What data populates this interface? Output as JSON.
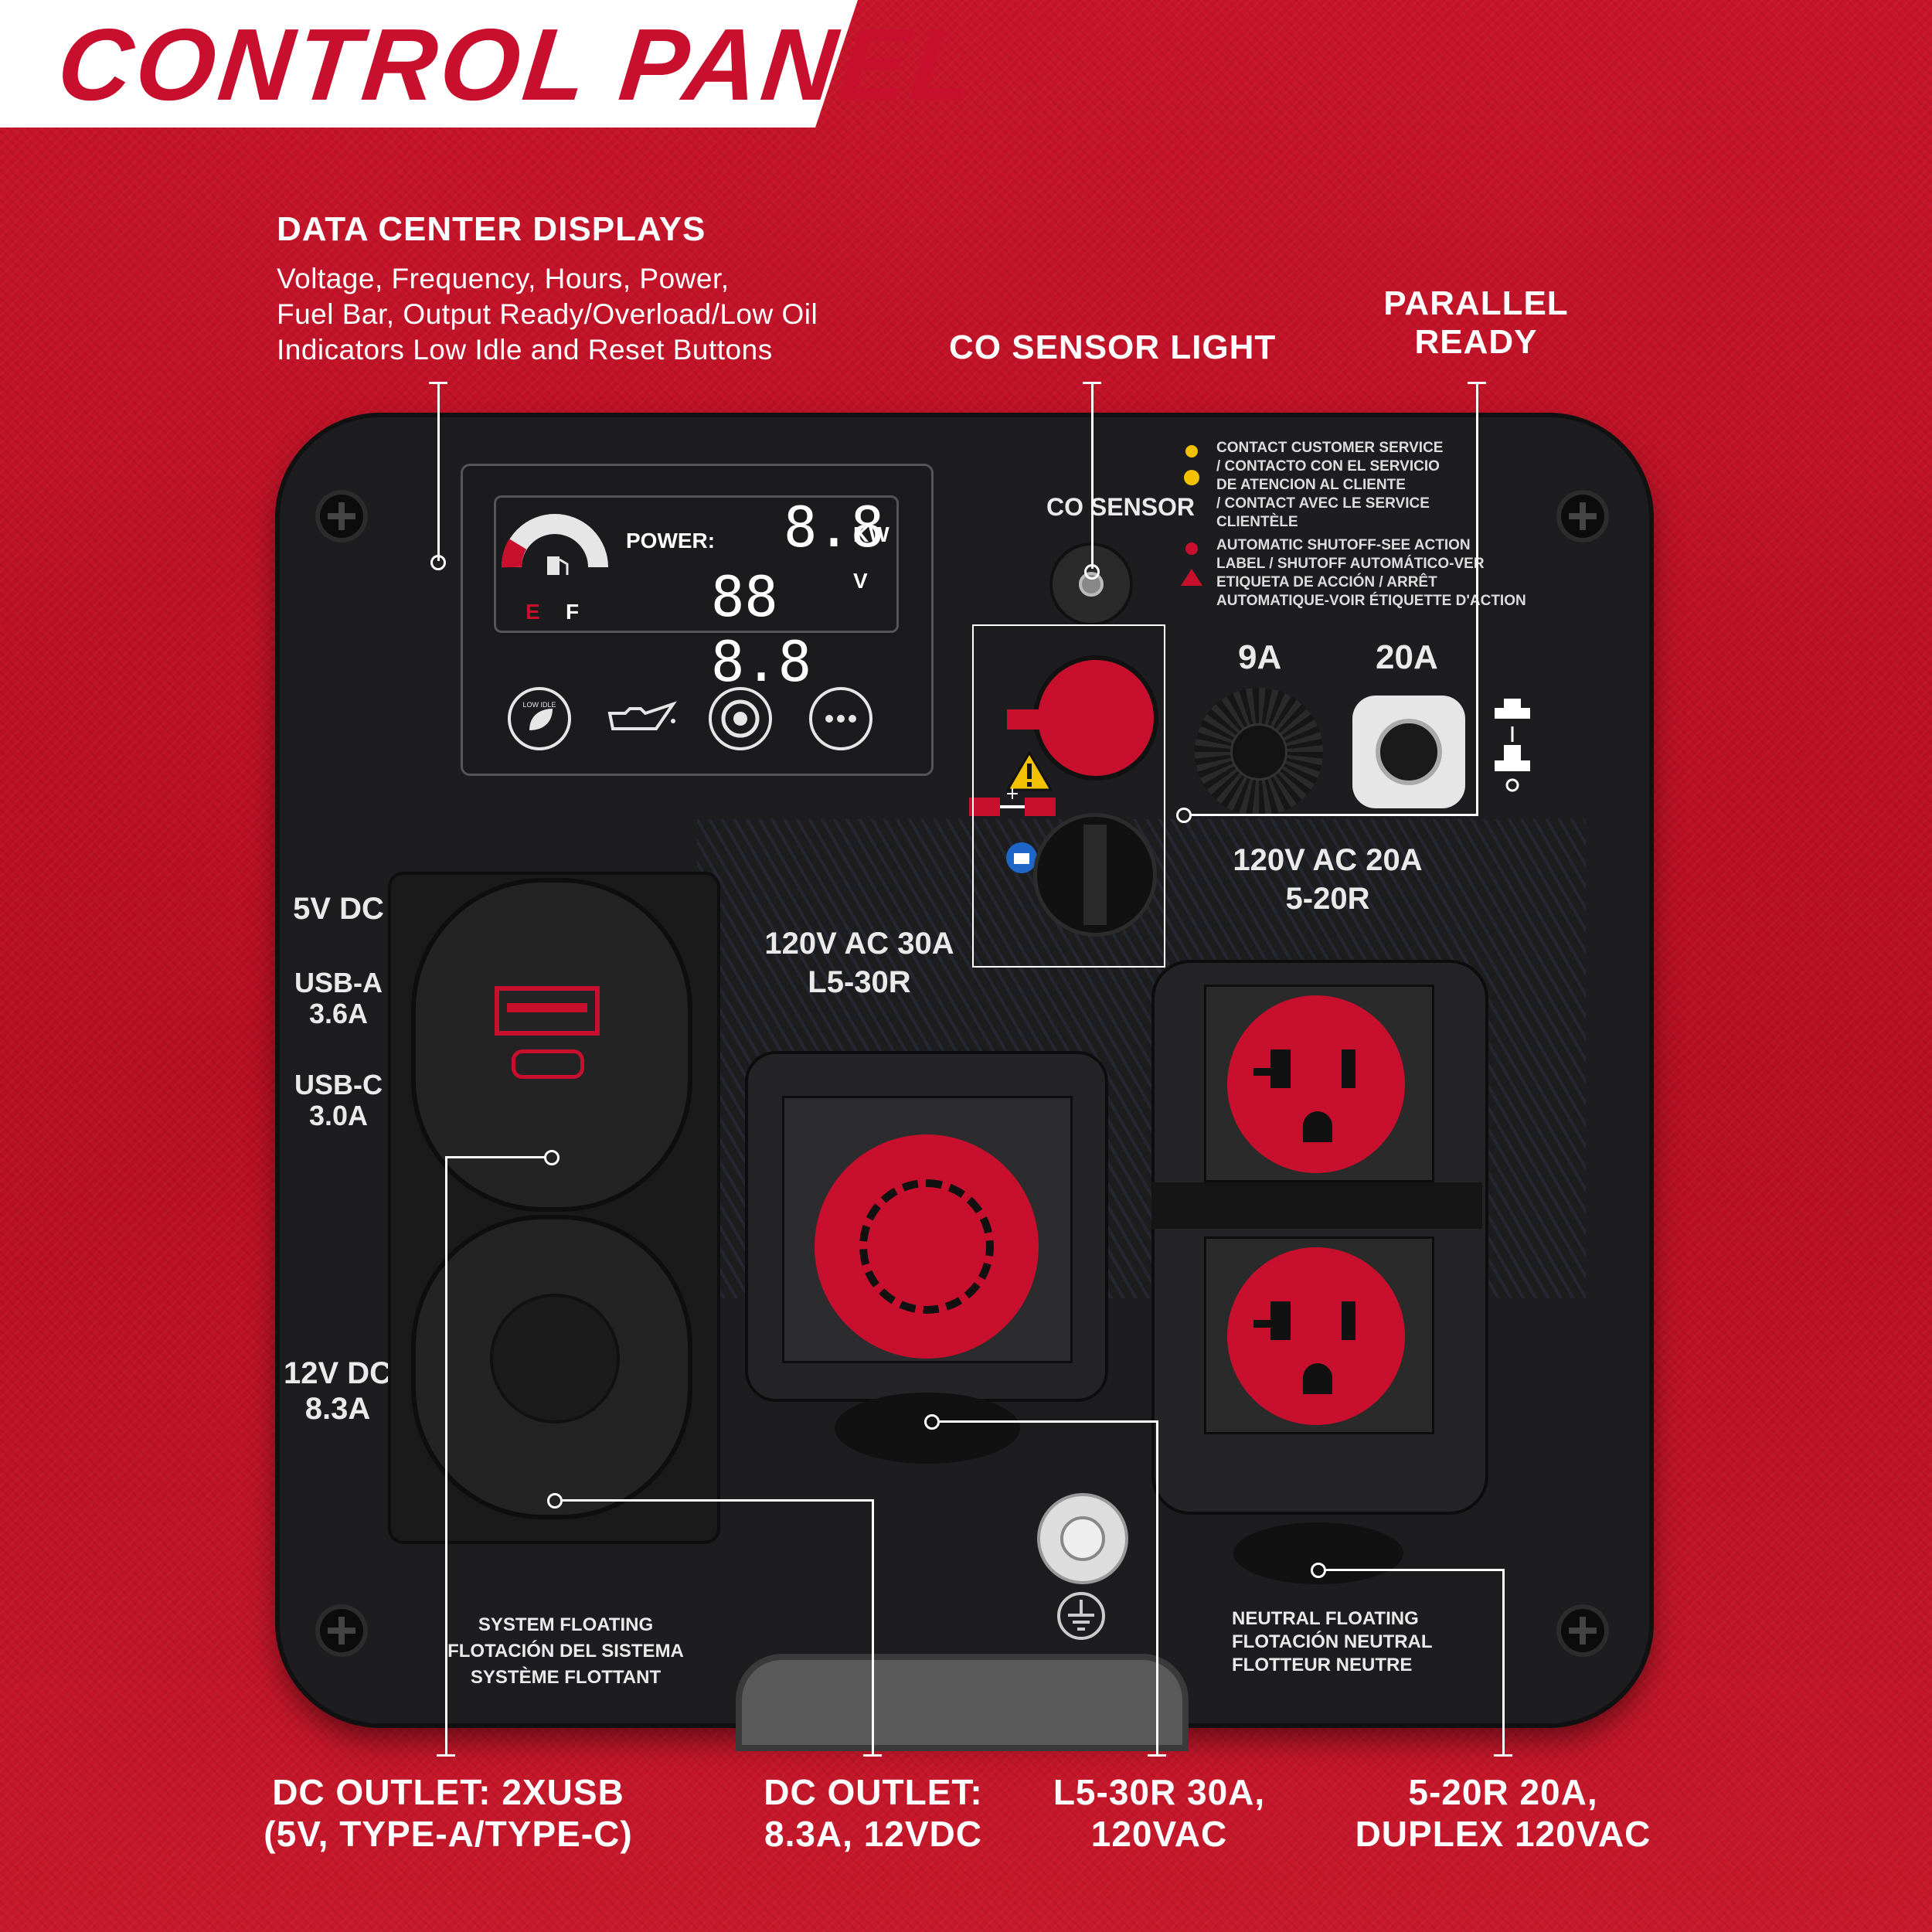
{
  "banner": {
    "title": "CONTROL PANEL"
  },
  "callouts": {
    "data_center": {
      "heading": "DATA CENTER DISPLAYS",
      "description": "Voltage, Frequency, Hours, Power,\nFuel Bar, Output Ready/Overload/Low Oil\nIndicators Low Idle and Reset Buttons"
    },
    "co_sensor": {
      "heading": "CO SENSOR LIGHT"
    },
    "parallel": {
      "heading": "PARALLEL\nREADY"
    },
    "dc_usb": {
      "heading": "DC OUTLET: 2XUSB\n(5V, TYPE-A/TYPE-C)"
    },
    "dc_12v": {
      "heading": "DC OUTLET:\n8.3A, 12VDC"
    },
    "l5_30r": {
      "heading": "L5-30R 30A,\n120VAC"
    },
    "duplex": {
      "heading": "5-20R 20A,\nDUPLEX 120VAC"
    }
  },
  "panel": {
    "display": {
      "power_label": "POWER:",
      "power_value": "8.8",
      "power_unit": "KW",
      "voltage_value": "88 8.8",
      "voltage_unit": "V",
      "fuel_empty": "E",
      "fuel_full": "F",
      "low_idle_text": "LOW IDLE"
    },
    "co_sensor_label": "CO SENSOR",
    "warning_service": "CONTACT CUSTOMER SERVICE\n/ CONTACTO CON EL SERVICIO\nDE ATENCION AL CLIENTE\n/ CONTACT AVEC LE SERVICE\nCLIENTÈLE",
    "warning_shutoff": "AUTOMATIC SHUTOFF-SEE ACTION\nLABEL / SHUTOFF AUTOMÁTICO-VER\nETIQUETA DE ACCIÓN / ARRÊT\nAUTOMATIQUE-VOIR ÉTIQUETTE D'ACTION",
    "breaker_9a": "9A",
    "breaker_20a": "20A",
    "dc_5v": "5V DC",
    "usb_a": "USB-A\n3.6A",
    "usb_c": "USB-C\n3.0A",
    "dc_12v": "12V DC\n8.3A",
    "l5_30r_label": "120V AC 30A\nL5-30R",
    "duplex_label": "120V AC 20A\n5-20R",
    "system_floating": "SYSTEM FLOATING\nFLOTACIÓN DEL SISTEMA\nSYSTÈME FLOTTANT",
    "neutral_floating": "NEUTRAL FLOATING\nFLOTACIÓN NEUTRAL\nFLOTTEUR NEUTRE"
  },
  "colors": {
    "brand_red": "#c8102e",
    "panel_black": "#1d1d1f",
    "banner_white": "#ffffff"
  }
}
